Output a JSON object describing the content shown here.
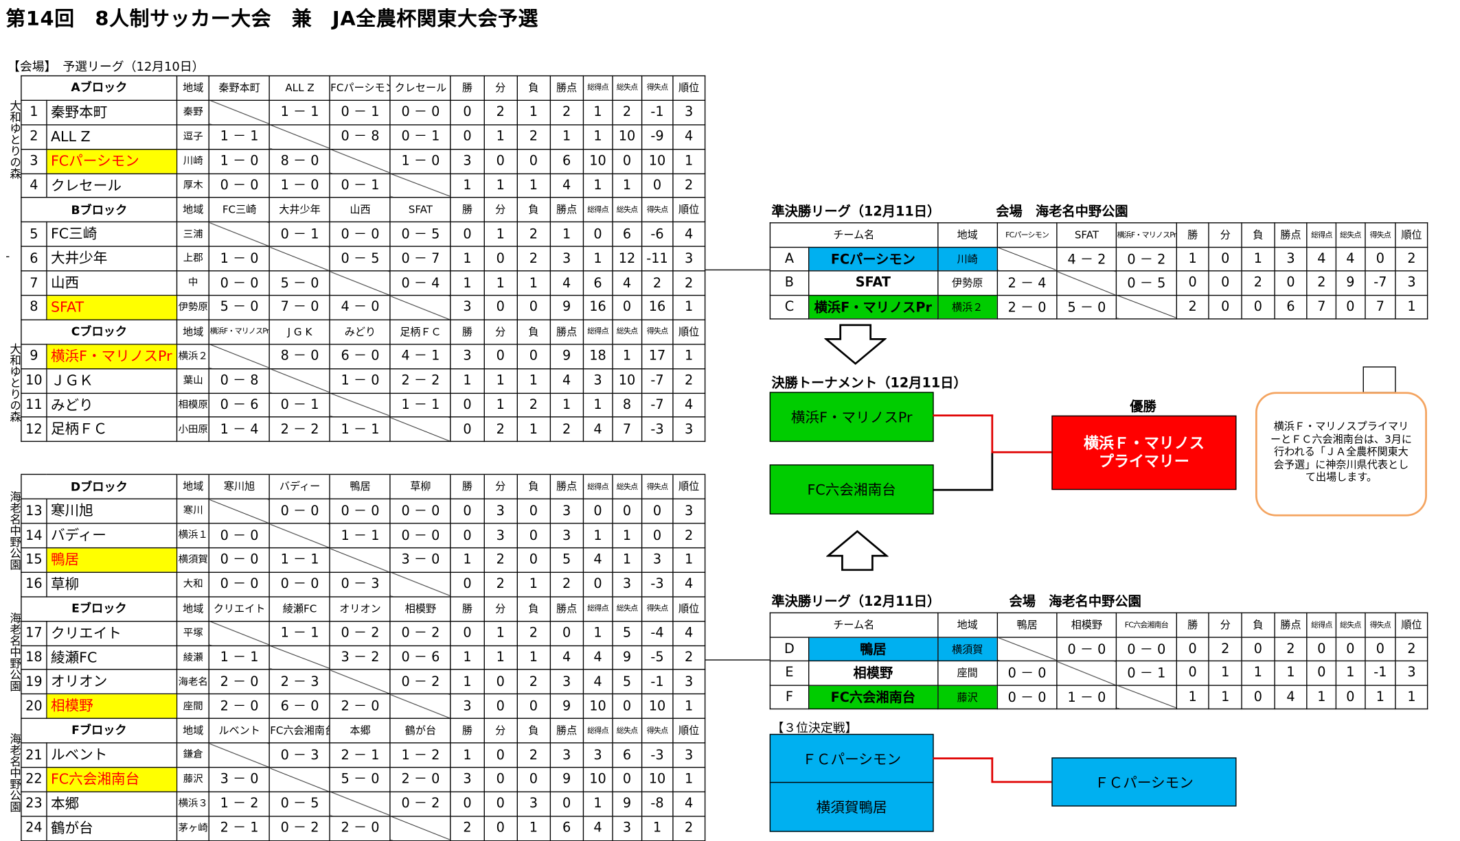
{
  "title": "第14回　8人制サッカー大会　兼　JA全農杯関東大会予選",
  "venue_label": "【会場】　予選リーグ（12月10日）",
  "venue_groups": [
    "大和ゆとりの森",
    "大和ゆとりの森",
    "大和ゆとりの森",
    "海老名中野公園",
    "海老名中野公園"
  ],
  "col_headers": {
    "region": "地域",
    "win": "勝",
    "draw": "分",
    "loss": "負",
    "points": "勝点",
    "gf": "総得点",
    "ga": "総失点",
    "gd": "得失点",
    "rank": "順位"
  },
  "blocks": [
    {
      "name": "Aブロック",
      "opponents": [
        "秦野本町",
        "ALL Z",
        "FCパーシモン",
        "クレセール"
      ],
      "rows": [
        {
          "no": "1",
          "team": "秦野本町",
          "region": "秦野",
          "scores": [
            null,
            "1 － 1",
            "0 － 1",
            "0 － 0"
          ],
          "w": "0",
          "d": "2",
          "l": "1",
          "pts": "2",
          "gf": "1",
          "ga": "2",
          "gd": "-1",
          "rank": "3"
        },
        {
          "no": "2",
          "team": "ALL Z",
          "region": "逗子",
          "scores": [
            "1 － 1",
            null,
            "0 － 8",
            "0 － 1"
          ],
          "w": "0",
          "d": "1",
          "l": "2",
          "pts": "1",
          "gf": "1",
          "ga": "10",
          "gd": "-9",
          "rank": "4"
        },
        {
          "no": "3",
          "team": "FCパーシモン",
          "region": "川崎",
          "hl": true,
          "scores": [
            "1 － 0",
            "8 － 0",
            null,
            "1 － 0"
          ],
          "w": "3",
          "d": "0",
          "l": "0",
          "pts": "6",
          "gf": "10",
          "ga": "0",
          "gd": "10",
          "rank": "1"
        },
        {
          "no": "4",
          "team": "クレセール",
          "region": "厚木",
          "scores": [
            "0 － 0",
            "1 － 0",
            "0 － 1",
            null
          ],
          "w": "1",
          "d": "1",
          "l": "1",
          "pts": "4",
          "gf": "1",
          "ga": "1",
          "gd": "0",
          "rank": "2"
        }
      ]
    },
    {
      "name": "Bブロック",
      "opponents": [
        "FC三崎",
        "大井少年",
        "山西",
        "SFAT"
      ],
      "rows": [
        {
          "no": "5",
          "team": "FC三崎",
          "region": "三浦",
          "scores": [
            null,
            "0 － 1",
            "0 － 0",
            "0 － 5"
          ],
          "w": "0",
          "d": "1",
          "l": "2",
          "pts": "1",
          "gf": "0",
          "ga": "6",
          "gd": "-6",
          "rank": "4"
        },
        {
          "no": "6",
          "team": "大井少年",
          "region": "上郡",
          "scores": [
            "1 － 0",
            null,
            "0 － 5",
            "0 － 7"
          ],
          "w": "1",
          "d": "0",
          "l": "2",
          "pts": "3",
          "gf": "1",
          "ga": "12",
          "gd": "-11",
          "rank": "3"
        },
        {
          "no": "7",
          "team": "山西",
          "region": "中",
          "scores": [
            "0 － 0",
            "5 － 0",
            null,
            "0 － 4"
          ],
          "w": "1",
          "d": "1",
          "l": "1",
          "pts": "4",
          "gf": "6",
          "ga": "4",
          "gd": "2",
          "rank": "2"
        },
        {
          "no": "8",
          "team": "SFAT",
          "region": "伊勢原",
          "hl": true,
          "scores": [
            "5 － 0",
            "7 － 0",
            "4 － 0",
            null
          ],
          "w": "3",
          "d": "0",
          "l": "0",
          "pts": "9",
          "gf": "16",
          "ga": "0",
          "gd": "16",
          "rank": "1"
        }
      ]
    },
    {
      "name": "Cブロック",
      "opponents": [
        "横浜F・マリノスPr",
        "J G K",
        "みどり",
        "足柄ＦＣ"
      ],
      "rows": [
        {
          "no": "9",
          "team": "横浜F・マリノスPr",
          "region": "横浜２",
          "hl": true,
          "scores": [
            null,
            "8 － 0",
            "6 － 0",
            "4 － 1"
          ],
          "w": "3",
          "d": "0",
          "l": "0",
          "pts": "9",
          "gf": "18",
          "ga": "1",
          "gd": "17",
          "rank": "1"
        },
        {
          "no": "10",
          "team": "ＪＧＫ",
          "region": "葉山",
          "scores": [
            "0 － 8",
            null,
            "1 － 0",
            "2 － 2"
          ],
          "w": "1",
          "d": "1",
          "l": "1",
          "pts": "4",
          "gf": "3",
          "ga": "10",
          "gd": "-7",
          "rank": "2"
        },
        {
          "no": "11",
          "team": "みどり",
          "region": "相模原",
          "scores": [
            "0 － 6",
            "0 － 1",
            null,
            "1 － 1"
          ],
          "w": "0",
          "d": "1",
          "l": "2",
          "pts": "1",
          "gf": "1",
          "ga": "8",
          "gd": "-7",
          "rank": "4"
        },
        {
          "no": "12",
          "team": "足柄ＦＣ",
          "region": "小田原",
          "scores": [
            "1 － 4",
            "2 － 2",
            "1 － 1",
            null
          ],
          "w": "0",
          "d": "2",
          "l": "1",
          "pts": "2",
          "gf": "4",
          "ga": "7",
          "gd": "-3",
          "rank": "3"
        }
      ]
    },
    {
      "name": "Dブロック",
      "opponents": [
        "寒川旭",
        "バディー",
        "鴨居",
        "草柳"
      ],
      "rows": [
        {
          "no": "13",
          "team": "寒川旭",
          "region": "寒川",
          "scores": [
            null,
            "0 － 0",
            "0 － 0",
            "0 － 0"
          ],
          "w": "0",
          "d": "3",
          "l": "0",
          "pts": "3",
          "gf": "0",
          "ga": "0",
          "gd": "0",
          "rank": "3"
        },
        {
          "no": "14",
          "team": "バディー",
          "region": "横浜１",
          "scores": [
            "0 － 0",
            null,
            "1 － 1",
            "0 － 0"
          ],
          "w": "0",
          "d": "3",
          "l": "0",
          "pts": "3",
          "gf": "1",
          "ga": "1",
          "gd": "0",
          "rank": "2"
        },
        {
          "no": "15",
          "team": "鴨居",
          "region": "横須賀",
          "hl": true,
          "scores": [
            "0 － 0",
            "1 － 1",
            null,
            "3 － 0"
          ],
          "w": "1",
          "d": "2",
          "l": "0",
          "pts": "5",
          "gf": "4",
          "ga": "1",
          "gd": "3",
          "rank": "1"
        },
        {
          "no": "16",
          "team": "草柳",
          "region": "大和",
          "scores": [
            "0 － 0",
            "0 － 0",
            "0 － 3",
            null
          ],
          "w": "0",
          "d": "2",
          "l": "1",
          "pts": "2",
          "gf": "0",
          "ga": "3",
          "gd": "-3",
          "rank": "4"
        }
      ]
    },
    {
      "name": "Eブロック",
      "opponents": [
        "クリエイト",
        "綾瀬FC",
        "オリオン",
        "相模野"
      ],
      "rows": [
        {
          "no": "17",
          "team": "クリエイト",
          "region": "平塚",
          "scores": [
            null,
            "1 － 1",
            "0 － 2",
            "0 － 2"
          ],
          "w": "0",
          "d": "1",
          "l": "2",
          "pts": "0",
          "gf": "1",
          "ga": "5",
          "gd": "-4",
          "rank": "4"
        },
        {
          "no": "18",
          "team": "綾瀬FC",
          "region": "綾瀬",
          "scores": [
            "1 － 1",
            null,
            "3 － 2",
            "0 － 6"
          ],
          "w": "1",
          "d": "1",
          "l": "1",
          "pts": "4",
          "gf": "4",
          "ga": "9",
          "gd": "-5",
          "rank": "2"
        },
        {
          "no": "19",
          "team": "オリオン",
          "region": "海老名",
          "scores": [
            "2 － 0",
            "2 － 3",
            null,
            "0 － 2"
          ],
          "w": "1",
          "d": "0",
          "l": "2",
          "pts": "3",
          "gf": "4",
          "ga": "5",
          "gd": "-1",
          "rank": "3"
        },
        {
          "no": "20",
          "team": "相模野",
          "region": "座間",
          "hl": true,
          "scores": [
            "2 － 0",
            "6 － 0",
            "2 － 0",
            null
          ],
          "w": "3",
          "d": "0",
          "l": "0",
          "pts": "9",
          "gf": "10",
          "ga": "0",
          "gd": "10",
          "rank": "1"
        }
      ]
    },
    {
      "name": "Fブロック",
      "opponents": [
        "ルベント",
        "FC六会湘南台",
        "本郷",
        "鶴が台"
      ],
      "rows": [
        {
          "no": "21",
          "team": "ルベント",
          "region": "鎌倉",
          "scores": [
            null,
            "0 － 3",
            "2 － 1",
            "1 － 2"
          ],
          "w": "1",
          "d": "0",
          "l": "2",
          "pts": "3",
          "gf": "3",
          "ga": "6",
          "gd": "-3",
          "rank": "3"
        },
        {
          "no": "22",
          "team": "FC六会湘南台",
          "region": "藤沢",
          "hl": true,
          "scores": [
            "3 － 0",
            null,
            "5 － 0",
            "2 － 0"
          ],
          "w": "3",
          "d": "0",
          "l": "0",
          "pts": "9",
          "gf": "10",
          "ga": "0",
          "gd": "10",
          "rank": "1"
        },
        {
          "no": "23",
          "team": "本郷",
          "region": "横浜３",
          "scores": [
            "1 － 2",
            "0 － 5",
            null,
            "0 － 2"
          ],
          "w": "0",
          "d": "0",
          "l": "3",
          "pts": "0",
          "gf": "1",
          "ga": "9",
          "gd": "-8",
          "rank": "4"
        },
        {
          "no": "24",
          "team": "鶴が台",
          "region": "茅ヶ崎",
          "scores": [
            "2 － 1",
            "0 － 2",
            "2 － 0",
            null
          ],
          "w": "2",
          "d": "0",
          "l": "1",
          "pts": "6",
          "gf": "4",
          "ga": "3",
          "gd": "1",
          "rank": "2"
        }
      ]
    }
  ],
  "semi1": {
    "label": "準決勝リーグ（12月11日）",
    "venue": "会場　海老名中野公園",
    "team_header": "チーム名",
    "opponents": [
      "FCパーシモン",
      "SFAT",
      "横浜F・マリノスPr"
    ],
    "rows": [
      {
        "key": "A",
        "team": "FCパーシモン",
        "region": "川崎",
        "color": "#00b0f0",
        "scores": [
          null,
          "4 － 2",
          "0 － 2"
        ],
        "w": "1",
        "d": "0",
        "l": "1",
        "pts": "3",
        "gf": "4",
        "ga": "4",
        "gd": "0",
        "rank": "2"
      },
      {
        "key": "B",
        "team": "SFAT",
        "region": "伊勢原",
        "color": "",
        "scores": [
          "2 － 4",
          null,
          "0 － 5"
        ],
        "w": "0",
        "d": "0",
        "l": "2",
        "pts": "0",
        "gf": "2",
        "ga": "9",
        "gd": "-7",
        "rank": "3"
      },
      {
        "key": "C",
        "team": "横浜F・マリノスPr",
        "region": "横浜２",
        "color": "#00cc00",
        "scores": [
          "2 － 0",
          "5 － 0",
          null
        ],
        "w": "2",
        "d": "0",
        "l": "0",
        "pts": "6",
        "gf": "7",
        "ga": "0",
        "gd": "7",
        "rank": "1"
      }
    ]
  },
  "semi2": {
    "label": "準決勝リーグ（12月11日）",
    "venue": "会場　海老名中野公園",
    "team_header": "チーム名",
    "opponents": [
      "鴨居",
      "相模野",
      "FC六会湘南台"
    ],
    "rows": [
      {
        "key": "D",
        "team": "鴨居",
        "region": "横須賀",
        "color": "#00b0f0",
        "scores": [
          null,
          "0 － 0",
          "0 － 0"
        ],
        "w": "0",
        "d": "2",
        "l": "0",
        "pts": "2",
        "gf": "0",
        "ga": "0",
        "gd": "0",
        "rank": "2"
      },
      {
        "key": "E",
        "team": "相模野",
        "region": "座間",
        "color": "",
        "scores": [
          "0 － 0",
          null,
          "0 － 1"
        ],
        "w": "0",
        "d": "1",
        "l": "1",
        "pts": "1",
        "gf": "0",
        "ga": "1",
        "gd": "-1",
        "rank": "3"
      },
      {
        "key": "F",
        "team": "FC六会湘南台",
        "region": "藤沢",
        "color": "#00cc00",
        "scores": [
          "0 － 0",
          "1 － 0",
          null
        ],
        "w": "1",
        "d": "1",
        "l": "0",
        "pts": "4",
        "gf": "1",
        "ga": "0",
        "gd": "1",
        "rank": "1"
      }
    ]
  },
  "final": {
    "label": "決勝トーナメント（12月11日）",
    "team1": "横浜F・マリノスPr",
    "team2": "FC六会湘南台",
    "champion_label": "優勝",
    "champion": "横浜Ｆ・マリノス\nプライマリー",
    "note": "横浜Ｆ・マリノスプライマリーとＦＣ六会湘南台は、3月に行われる「ＪＡ全農杯関東大会予選」に神奈川県代表として出場します。"
  },
  "third": {
    "label": "【３位決定戦】",
    "team1": "ＦＣパーシモン",
    "team2": "横須賀鴨居",
    "winner": "ＦＣパーシモン"
  },
  "colors": {
    "highlight": "#ffff00",
    "highlight_text": "#ff0000",
    "blue": "#00b0f0",
    "green": "#00cc00",
    "champion": "#ff0000",
    "line": "#e00000",
    "note_border": "#f4a460"
  }
}
